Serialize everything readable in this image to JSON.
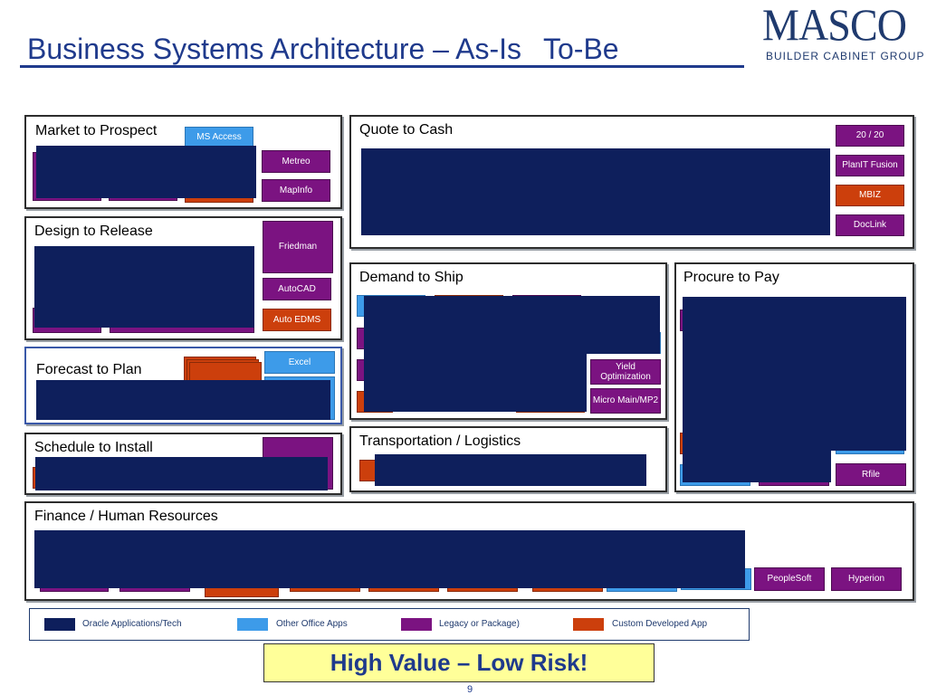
{
  "header": {
    "title": "Business Systems Architecture – As-Is",
    "title_overlay": "To-Be",
    "logo_main": "MASCO",
    "logo_sub": "BUILDER CABINET GROUP"
  },
  "panels": {
    "market_to_prospect": {
      "title": "Market to Prospect",
      "apps": [
        "MS Access",
        "Metreo",
        "MapInfo"
      ]
    },
    "quote_to_cash": {
      "title": "Quote to Cash",
      "apps": [
        "20 / 20",
        "PlanIT Fusion",
        "MBIZ",
        "DocLink"
      ]
    },
    "design_to_release": {
      "title": "Design to Release",
      "apps": [
        "Friedman",
        "AutoCAD",
        "Auto EDMS"
      ]
    },
    "demand_to_ship": {
      "title": "Demand to Ship",
      "apps": [
        "Yield Optimization",
        "Micro Main/MP2"
      ]
    },
    "procure_to_pay": {
      "title": "Procure to Pay",
      "apps": [
        "Rfile"
      ]
    },
    "forecast_to_plan": {
      "title": "Forecast to Plan",
      "apps": [
        "Excel"
      ]
    },
    "transportation_logistics": {
      "title": "Transportation / Logistics"
    },
    "schedule_to_install": {
      "title": "Schedule to Install"
    },
    "finance_hr": {
      "title": "Finance / Human Resources",
      "apps": [
        "PeopleSoft",
        "Hyperion"
      ]
    }
  },
  "legend": [
    {
      "label": "Oracle Applications/Tech",
      "color": "#0e1f5c"
    },
    {
      "label": "Other Office Apps",
      "color": "#3d9be9"
    },
    {
      "label": "Legacy or Package)",
      "color": "#7b1381"
    },
    {
      "label": "Custom Developed App",
      "color": "#cc3f0c"
    }
  ],
  "banner": "High Value – Low Risk!",
  "page_number": "9"
}
